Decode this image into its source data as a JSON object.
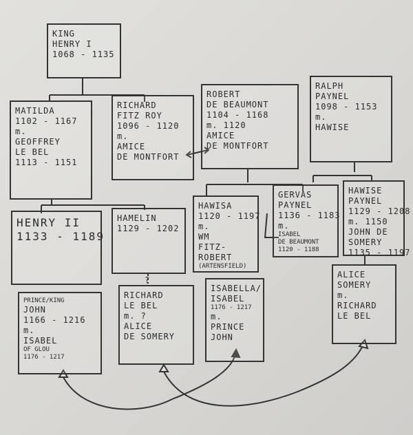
{
  "boxes": {
    "king_henry": [
      "KING",
      "HENRY I",
      "1068 - 1135"
    ],
    "matilda": [
      "MATILDA",
      "1102 - 1167",
      "m.",
      "GEOFFREY",
      "LE BEL",
      "1113 - 1151"
    ],
    "richard_fitzroy": [
      "RICHARD",
      "FITZ ROY",
      "1096 - 1120",
      "m.",
      "AMICE",
      "DE MONTFORT"
    ],
    "robert_beaumont": [
      "ROBERT",
      "DE BEAUMONT",
      "1104 - 1168",
      "m. 1120",
      "AMICE",
      "DE MONTFORT"
    ],
    "ralph_payner": [
      "RALPH",
      "PAYNEL",
      "1098 - 1153",
      "m.",
      "HAWISE"
    ],
    "henry_ii": [
      "HENRY II",
      "1133 - 1189"
    ],
    "hamelin": [
      "HAMELIN",
      "1129 - 1202"
    ],
    "hawisa": [
      "HAWISA",
      "1120 - 1197",
      "m.",
      "WM",
      "FITZ-",
      "ROBERT",
      "(ARTENSFIELD)"
    ],
    "gervas_payner": [
      "GERVAS",
      "PAYNEL",
      "1136 - 1183",
      "m.",
      "ISABEL",
      "DE BEAUMONT",
      "1120 - 1188"
    ],
    "hawise_payner": [
      "HAWISE",
      "PAYNEL",
      "1129 - 1208",
      "m. 1150",
      "JOHN DE",
      "SOMERY",
      "1135 - 1197"
    ],
    "king_john": [
      "PRINCE/KING",
      "JOHN",
      "1166 - 1216",
      "m.",
      "ISABEL",
      "OF GLOU",
      "1176 - 1217"
    ],
    "richard_lebel": [
      "RICHARD",
      "LE BEL",
      "m. ?",
      "ALICE",
      "DE SOMERY"
    ],
    "isabella": [
      "ISABELLA/",
      "ISABEL",
      "1176 - 1217",
      "m.",
      "PRINCE",
      "JOHN"
    ],
    "alice_somery": [
      "ALICE",
      "SOMERY",
      "m.",
      "RICHARD",
      "LE BEL"
    ]
  },
  "question_mark": "?"
}
